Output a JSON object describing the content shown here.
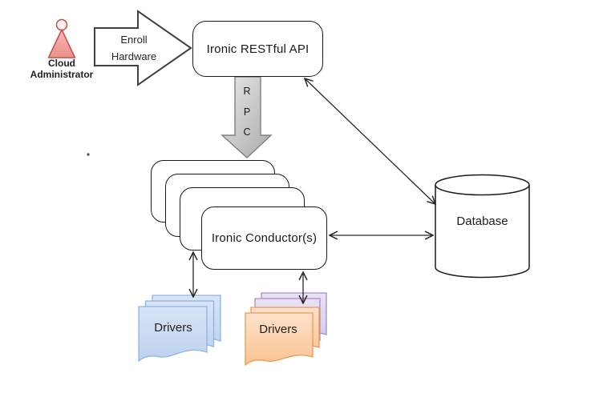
{
  "diagram": {
    "actor": {
      "line1": "Cloud",
      "line2": "Administrator"
    },
    "enroll_arrow": {
      "line1": "Enroll",
      "line2": "Hardware"
    },
    "api_box": {
      "label": "Ironic RESTful API"
    },
    "rpc": {
      "l1": "R",
      "l2": "P",
      "l3": "C"
    },
    "conductors": {
      "label": "Ironic Conductor(s)"
    },
    "database": {
      "label": "Database"
    },
    "drivers_left": {
      "label": "Drivers"
    },
    "drivers_right": {
      "label": "Drivers"
    },
    "colors": {
      "actor_fill_top": "#F7B9B5",
      "actor_fill_bottom": "#EC8F8A",
      "actor_stroke": "#C0504D",
      "block_arrow_stroke": "#404040",
      "rpc_fill_light": "#E7E7E7",
      "rpc_fill_dark": "#ACACAC",
      "rpc_stroke": "#808080",
      "blue_doc_fill_top": "#D8E4F6",
      "blue_doc_fill_bottom": "#BDD2EF",
      "blue_doc_stroke": "#8DB3E2",
      "orange_doc_fill_top": "#FDE2CB",
      "orange_doc_fill_bottom": "#FAC391",
      "orange_doc_stroke": "#ED9A53",
      "purple_doc_fill_top": "#E9E2F3",
      "purple_doc_fill_bottom": "#D5C8E9",
      "purple_doc_stroke": "#A98CC9",
      "connector_line": "#262626",
      "box_stroke": "#1A1A1A"
    }
  }
}
